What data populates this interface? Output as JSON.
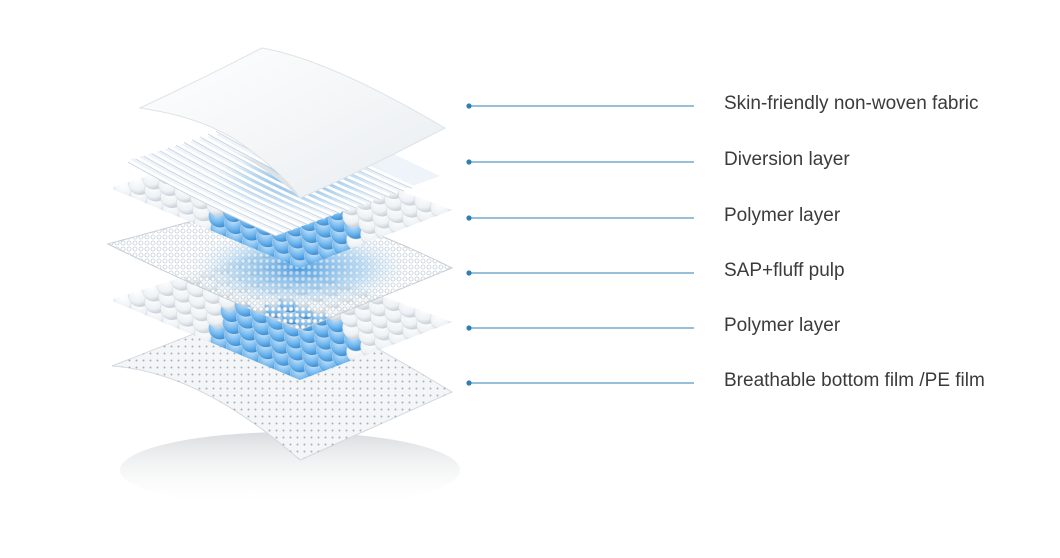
{
  "colors": {
    "accent": "#2f7fb5",
    "label_text": "#3b3b3b",
    "absorb_blue": "#3d9be0"
  },
  "layers": [
    {
      "label": "Skin-friendly non-woven fabric",
      "icon": "non-woven-fabric-sheet"
    },
    {
      "label": "Diversion layer",
      "icon": "diversion-fibers"
    },
    {
      "label": "Polymer layer",
      "icon": "polymer-beads"
    },
    {
      "label": "SAP+fluff pulp",
      "icon": "sap-fluff-mesh"
    },
    {
      "label": "Polymer layer",
      "icon": "polymer-beads"
    },
    {
      "label": "Breathable bottom film /PE film",
      "icon": "perforated-film"
    }
  ]
}
